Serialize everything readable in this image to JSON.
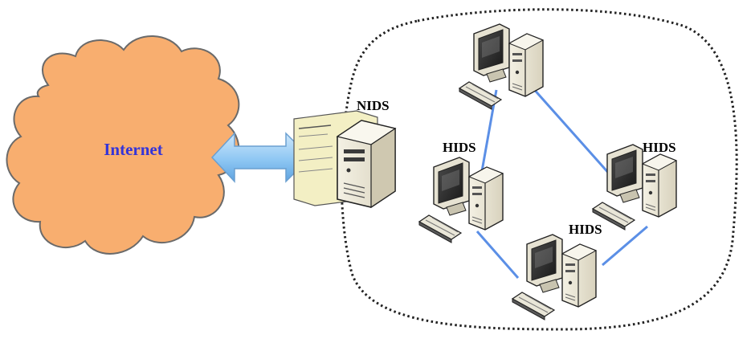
{
  "cloud": {
    "label": "Internet"
  },
  "gateway": {
    "label": "NIDS"
  },
  "hosts": [
    {
      "id": "host-top",
      "label": ""
    },
    {
      "id": "host-left",
      "label": "HIDS"
    },
    {
      "id": "host-right",
      "label": "HIDS"
    },
    {
      "id": "host-bottom",
      "label": "HIDS"
    }
  ],
  "colors": {
    "cloud_fill": "#F8AE6F",
    "cloud_stroke": "#6a6a6a",
    "internet_text": "#3434D8",
    "arrow_fill": "#8EC7F3",
    "link": "#5B8FE6",
    "boundary": "#222222"
  }
}
